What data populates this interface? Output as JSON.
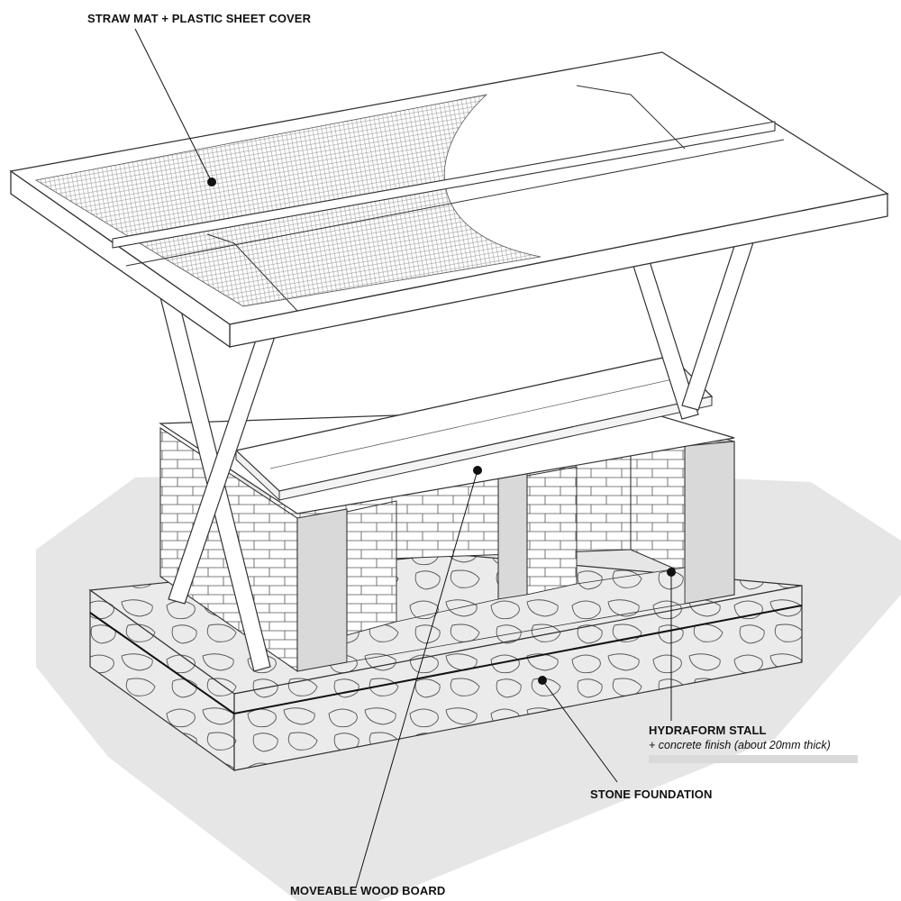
{
  "labels": {
    "cover": "STRAW MAT + PLASTIC SHEET COVER",
    "stall": "HYDRAFORM STALL",
    "stall_note": "+ concrete finish (about 20mm thick)",
    "foundation": "STONE FOUNDATION",
    "board": "MOVEABLE WOOD BOARD"
  },
  "colors": {
    "line": "#333333",
    "shadow": "#e6e6e6",
    "pillar": "#d9d9d9",
    "mesh": "#9a9a9a"
  }
}
